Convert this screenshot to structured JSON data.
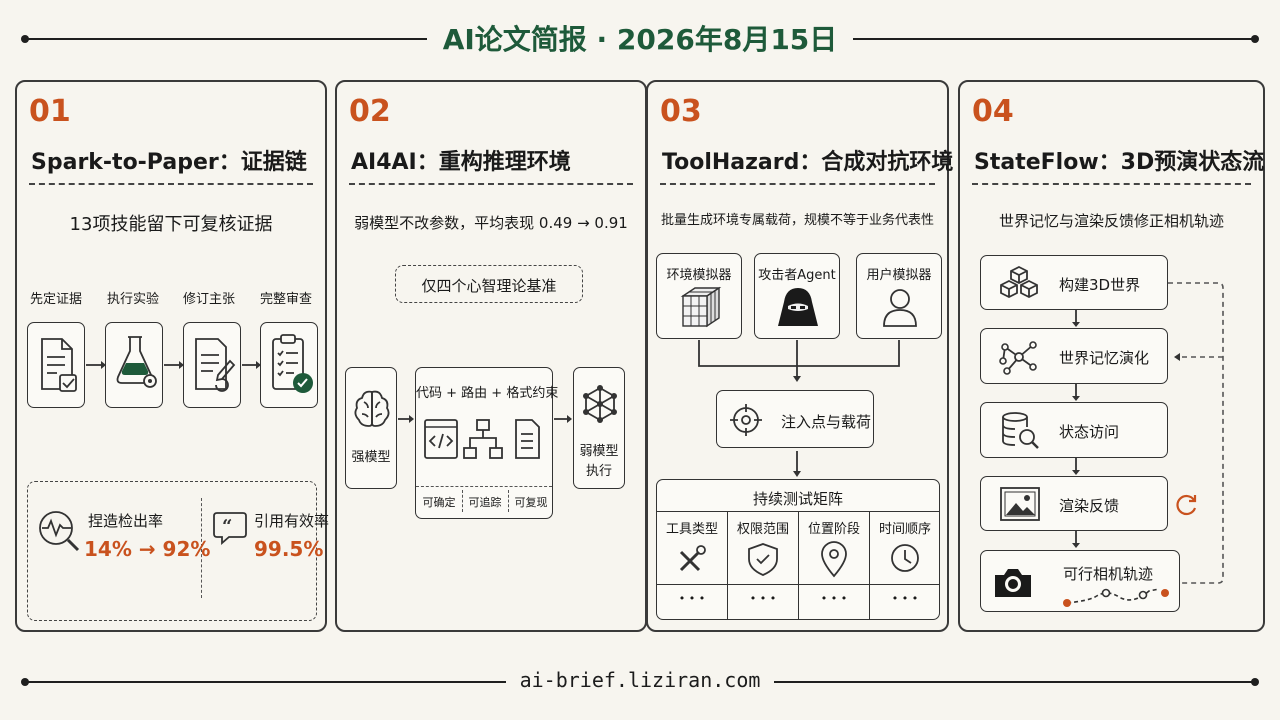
{
  "header": {
    "title": "AI论文简报 · 2026年8月15日"
  },
  "footer": {
    "url": "ai-brief.liziran.com"
  },
  "panels": [
    {
      "num": "01",
      "title": "Spark-to-Paper：证据链",
      "subtitle": "13项技能留下可复核证据",
      "steps": [
        "先定证据",
        "执行实验",
        "修订主张",
        "完整审查"
      ],
      "metrics": [
        {
          "label": "捏造检出率",
          "value": "14% → 92%"
        },
        {
          "label": "引用有效率",
          "value": "99.5%"
        }
      ]
    },
    {
      "num": "02",
      "title": "AI4AI：重构推理环境",
      "subtitle": "弱模型不改参数，平均表现 0.49 → 0.91",
      "note": "仅四个心智理论基准",
      "strong_label": "强模型",
      "center_title": "代码 + 路由 + 格式约束",
      "center_tags": [
        "可确定",
        "可追踪",
        "可复现"
      ],
      "weak_label_1": "弱模型",
      "weak_label_2": "执行"
    },
    {
      "num": "03",
      "title": "ToolHazard：合成对抗环境",
      "subtitle": "批量生成环境专属载荷，规模不等于业务代表性",
      "sources": [
        "环境模拟器",
        "攻击者Agent",
        "用户模拟器"
      ],
      "inject": "注入点与载荷",
      "matrix_title": "持续测试矩阵",
      "matrix_cols": [
        "工具类型",
        "权限范围",
        "位置阶段",
        "时间顺序"
      ],
      "ellipsis": "• • •"
    },
    {
      "num": "04",
      "title": "StateFlow：3D预演状态流",
      "subtitle": "世界记忆与渲染反馈修正相机轨迹",
      "flow": [
        "构建3D世界",
        "世界记忆演化",
        "状态访问",
        "渲染反馈",
        "可行相机轨迹"
      ]
    }
  ],
  "colors": {
    "accent": "#c9521e",
    "title": "#1e5a3a",
    "ink": "#1c1c1c",
    "bg": "#f7f5ef"
  },
  "icons": [
    "document-check-icon",
    "flask-gear-icon",
    "document-edit-icon",
    "clipboard-check-icon",
    "pulse-magnifier-icon",
    "quote-icon",
    "brain-icon",
    "code-window-icon",
    "flowchart-icon",
    "list-document-icon",
    "network-icon",
    "cube-grid-icon",
    "hacker-icon",
    "user-icon",
    "target-icon",
    "tools-icon",
    "shield-check-icon",
    "location-pin-icon",
    "clock-icon",
    "cubes-icon",
    "graph-nodes-icon",
    "database-search-icon",
    "image-icon",
    "refresh-icon",
    "camera-icon"
  ]
}
